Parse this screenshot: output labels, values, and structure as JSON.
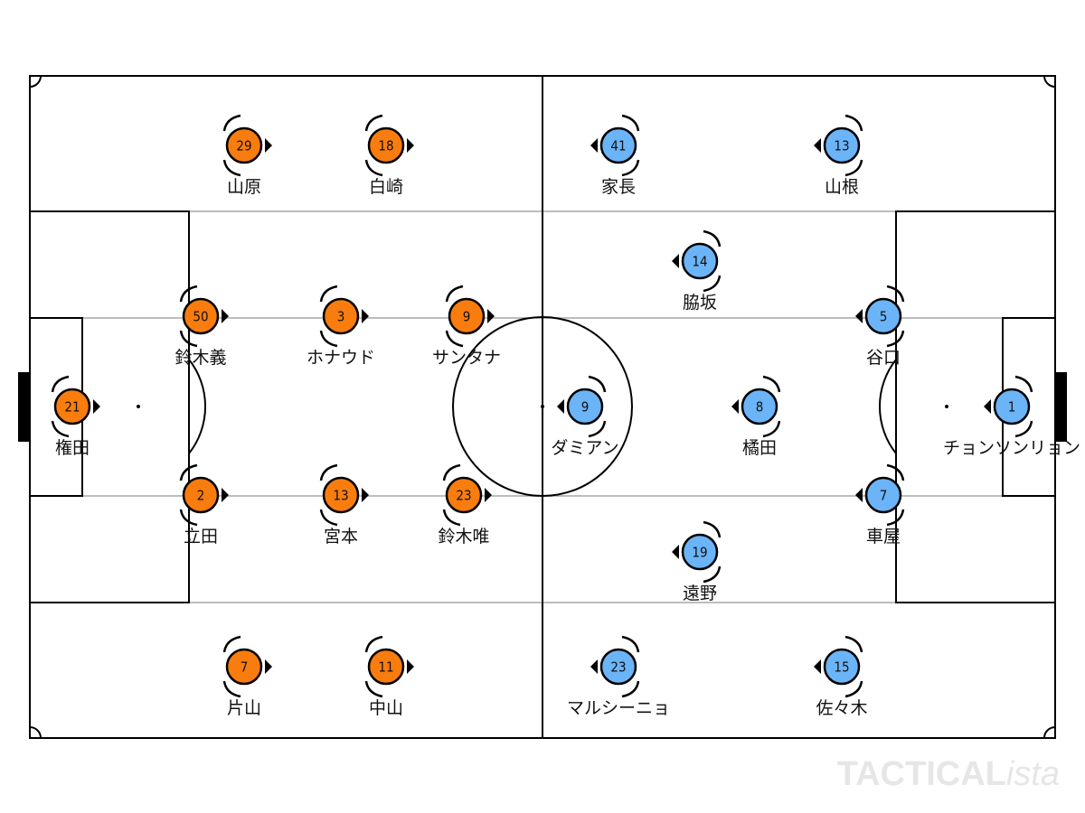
{
  "colors": {
    "home": "#f97c0e",
    "away": "#6bb4f7",
    "lines": "#000000",
    "thirds": "#bdbdbd"
  },
  "watermark": {
    "brand": "TACTICAL",
    "suffix": "ista"
  },
  "home_team": {
    "players": [
      {
        "number": "29",
        "name": "山原"
      },
      {
        "number": "18",
        "name": "白崎"
      },
      {
        "number": "50",
        "name": "鈴木義"
      },
      {
        "number": "3",
        "name": "ホナウド"
      },
      {
        "number": "9",
        "name": "サンタナ"
      },
      {
        "number": "21",
        "name": "権田"
      },
      {
        "number": "2",
        "name": "立田"
      },
      {
        "number": "13",
        "name": "宮本"
      },
      {
        "number": "23",
        "name": "鈴木唯"
      },
      {
        "number": "7",
        "name": "片山"
      },
      {
        "number": "11",
        "name": "中山"
      }
    ]
  },
  "away_team": {
    "players": [
      {
        "number": "41",
        "name": "家長"
      },
      {
        "number": "13",
        "name": "山根"
      },
      {
        "number": "14",
        "name": "脇坂"
      },
      {
        "number": "5",
        "name": "谷口"
      },
      {
        "number": "9",
        "name": "ダミアン"
      },
      {
        "number": "8",
        "name": "橘田"
      },
      {
        "number": "1",
        "name": "チョンソンリョン"
      },
      {
        "number": "7",
        "name": "車屋"
      },
      {
        "number": "19",
        "name": "遠野"
      },
      {
        "number": "23",
        "name": "マルシーニョ"
      },
      {
        "number": "15",
        "name": "佐々木"
      }
    ]
  }
}
